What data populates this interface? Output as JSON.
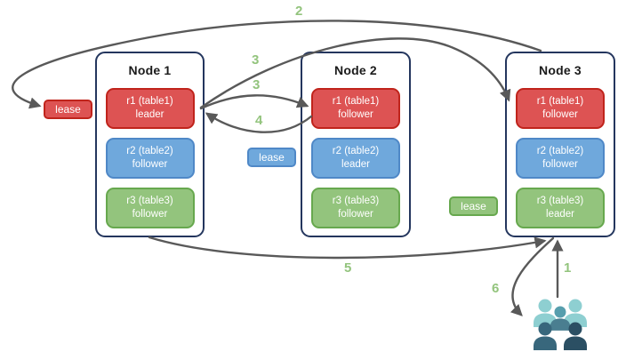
{
  "nodes": [
    {
      "title": "Node 1",
      "replicas": [
        {
          "name": "r1 (table1)",
          "role": "leader",
          "color": "red"
        },
        {
          "name": "r2 (table2)",
          "role": "follower",
          "color": "blue"
        },
        {
          "name": "r3 (table3)",
          "role": "follower",
          "color": "green"
        }
      ]
    },
    {
      "title": "Node 2",
      "replicas": [
        {
          "name": "r1 (table1)",
          "role": "follower",
          "color": "red"
        },
        {
          "name": "r2 (table2)",
          "role": "leader",
          "color": "blue"
        },
        {
          "name": "r3 (table3)",
          "role": "follower",
          "color": "green"
        }
      ]
    },
    {
      "title": "Node 3",
      "replicas": [
        {
          "name": "r1 (table1)",
          "role": "follower",
          "color": "red"
        },
        {
          "name": "r2 (table2)",
          "role": "follower",
          "color": "blue"
        },
        {
          "name": "r3 (table3)",
          "role": "leader",
          "color": "green"
        }
      ]
    }
  ],
  "leases": [
    {
      "label": "lease",
      "color": "red"
    },
    {
      "label": "lease",
      "color": "blue"
    },
    {
      "label": "lease",
      "color": "green"
    }
  ],
  "steps": [
    "1",
    "2",
    "3",
    "3",
    "4",
    "5",
    "6"
  ],
  "icons": {
    "clients": "users-group-icon"
  },
  "colors": {
    "red_fill": "#dd5353",
    "red_border": "#c0241c",
    "blue_fill": "#6fa8dc",
    "blue_border": "#4f88c7",
    "green_fill": "#93c47d",
    "green_border": "#67a84e",
    "node_border": "#24365e",
    "title_text": "#1b1b1b",
    "arrow": "#595959",
    "step_label": "#93c47d",
    "users_light": "#8ecfd1",
    "users_medium": "#579ead",
    "users_medium_dark": "#4a7e90",
    "users_dark": "#38677c",
    "users_darkest": "#2b4f63"
  }
}
